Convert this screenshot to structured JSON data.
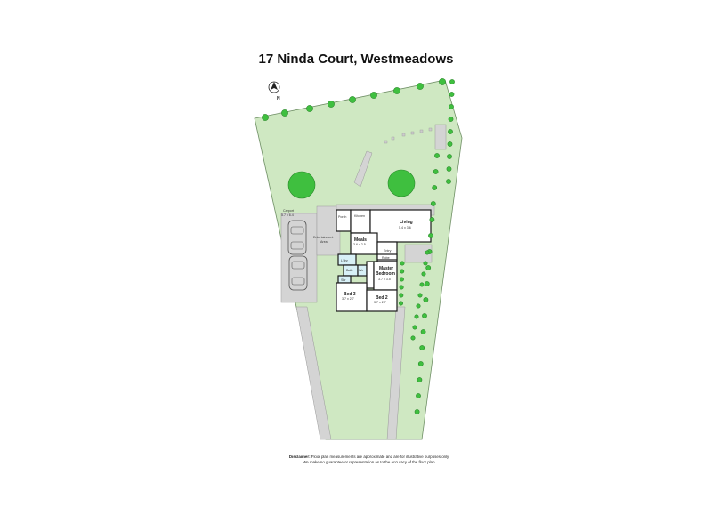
{
  "title": "17 Ninda Court, Westmeadows",
  "compass": {
    "label": "N",
    "icon": "north-arrow-icon"
  },
  "colors": {
    "lawn": "#cfe8c2",
    "lawn_edge": "#6f8f65",
    "paving": "#d4d4d4",
    "tree": "#3fbf3f",
    "tile": "#d7f0f6",
    "room": "#ffffff",
    "wall": "#1a1a1a"
  },
  "rooms": [
    {
      "id": "carport",
      "name": "Carport",
      "dims": "5.7 x 6.4"
    },
    {
      "id": "entertainment",
      "name": "Entertainment",
      "name2": "Area"
    },
    {
      "id": "porch",
      "name": "Porch"
    },
    {
      "id": "kitchen",
      "name": "Kitchen"
    },
    {
      "id": "living",
      "name": "Living",
      "dims": "5.4 x 3.6"
    },
    {
      "id": "meals",
      "name": "Meals",
      "dims": "3.6 x 2.5"
    },
    {
      "id": "entry",
      "name": "Entry"
    },
    {
      "id": "robe",
      "name": "Robe"
    },
    {
      "id": "laundry",
      "name": "L'dry"
    },
    {
      "id": "bath",
      "name": "Bath"
    },
    {
      "id": "wc",
      "name": "Wc"
    },
    {
      "id": "shower",
      "name": "Shr"
    },
    {
      "id": "master",
      "name": "Master",
      "name2": "Bedroom",
      "dims": "3.7 x 3.5"
    },
    {
      "id": "bed3",
      "name": "Bed 3",
      "dims": "3.7 x 2.7"
    },
    {
      "id": "bed2",
      "name": "Bed 2",
      "dims": "3.7 x 2.7"
    }
  ],
  "disclaimer": {
    "line1_bold": "Disclaimer:",
    "line1": " Floor plan measurements are approximate and are for illustrative purposes only.",
    "line2": "We make no guarantee or representation as to the accuracy of the floor plan."
  }
}
